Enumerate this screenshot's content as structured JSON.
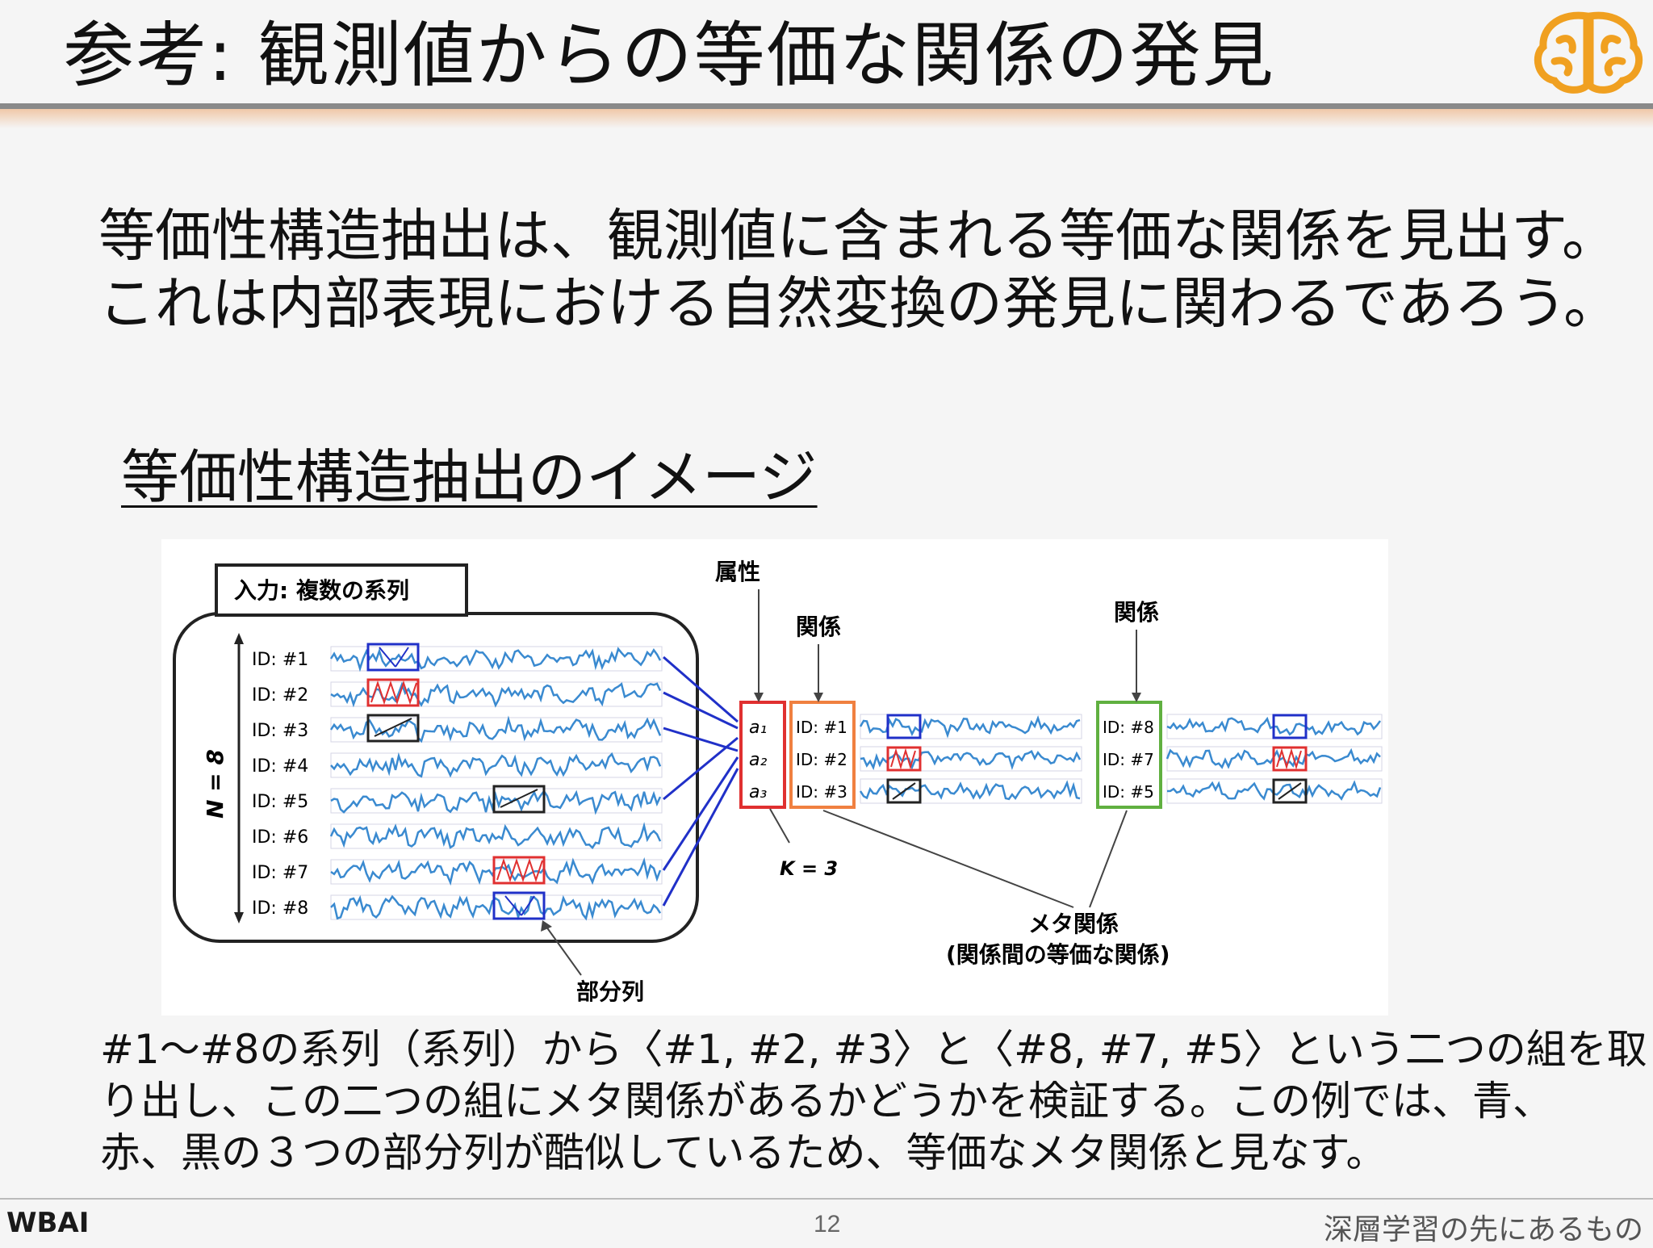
{
  "slide": {
    "title": "参考: 観測値からの等価な関係の発見",
    "body_lines": [
      "等価性構造抽出は、観測値に含まれる等価な関係を見出す。",
      "これは内部表現における自然変換の発見に関わるであろう。"
    ],
    "subheading": "等価性構造抽出のイメージ",
    "caption_lines": [
      "#1〜#8の系列（系列）から〈#1, #2, #3〉と〈#8, #7, #5〉という二つの組を取",
      "り出し、この二つの組にメタ関係があるかどうかを検証する。この例では、青、",
      "赤、黒の３つの部分列が酷似しているため、等価なメタ関係と見なす。"
    ]
  },
  "figure": {
    "input_label": "入力: 複数の系列",
    "n_label": "N = 8",
    "series_ids": [
      "ID: #1",
      "ID: #2",
      "ID: #3",
      "ID: #4",
      "ID: #5",
      "ID: #6",
      "ID: #7",
      "ID: #8"
    ],
    "attribute_label": "属性",
    "relation_label_1": "関係",
    "relation_label_2": "関係",
    "attributes": [
      "a₁",
      "a₂",
      "a₃"
    ],
    "group1_ids": [
      "ID: #1",
      "ID: #2",
      "ID: #3"
    ],
    "group2_ids": [
      "ID: #8",
      "ID: #7",
      "ID: #5"
    ],
    "k_label": "K = 3",
    "meta_label": "メタ関係",
    "meta_sublabel": "(関係間の等価な関係)",
    "subseq_label": "部分列",
    "colors": {
      "blue": "#2030c8",
      "red": "#e03030",
      "black": "#222222",
      "attr_box": "#e03030",
      "rel_box": "#f08040",
      "meta_box": "#60b040",
      "wave": "#3a8ad0"
    }
  },
  "footer": {
    "logo_text": "WBAI",
    "page_number": "12",
    "deck_title": "深層学習の先にあるもの"
  }
}
